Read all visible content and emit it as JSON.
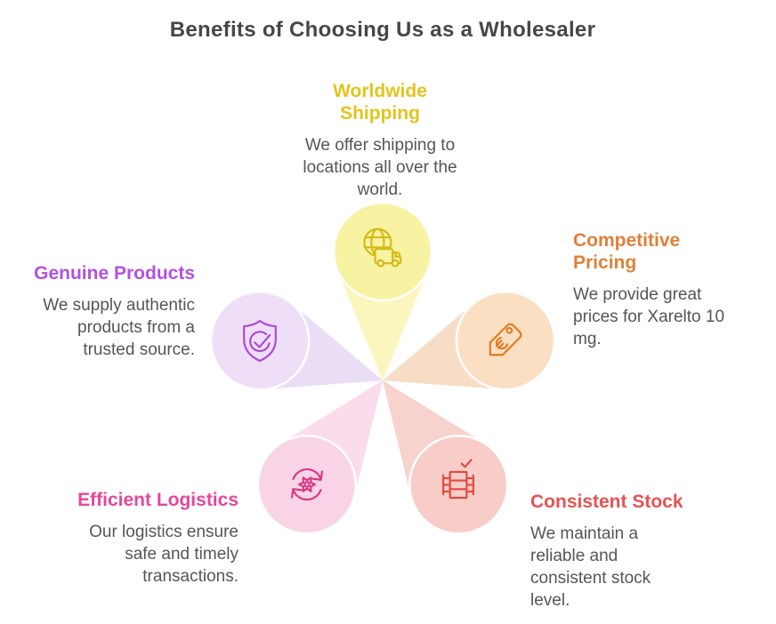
{
  "title": "Benefits of Choosing Us as a Wholesaler",
  "title_color": "#474747",
  "body_text_color": "#55555a",
  "background_color": "#ffffff",
  "benefits": [
    {
      "id": "worldwide-shipping",
      "label": "Worldwide\nShipping",
      "description": "We offer shipping to\nlocations all over the\nworld.",
      "heading_color": "#e2c41d",
      "circle_color": "#f8f2a3",
      "cone_color": "#fbf6bd",
      "icon_color": "#d5ba16",
      "icon": "globe-truck-icon"
    },
    {
      "id": "competitive-pricing",
      "label": "Competitive\nPricing",
      "description": "We provide great\nprices for Xarelto 10\nmg.",
      "heading_color": "#e08038",
      "circle_color": "#fadfc2",
      "cone_color": "#f8ddc6",
      "icon_color": "#df7d22",
      "icon": "price-tag-icon"
    },
    {
      "id": "genuine-products",
      "label": "Genuine Products",
      "description": "We supply authentic\nproducts from a\ntrusted source.",
      "heading_color": "#b351e2",
      "circle_color": "#efdef8",
      "cone_color": "#e9def6",
      "icon_color": "#a94ad6",
      "icon": "shield-check-icon"
    },
    {
      "id": "efficient-logistics",
      "label": "Efficient Logistics",
      "description": "Our logistics ensure\nsafe and timely\ntransactions.",
      "heading_color": "#e4489b",
      "circle_color": "#f9d4e6",
      "cone_color": "#fadcec",
      "icon_color": "#d93884",
      "icon": "cycle-gear-icon"
    },
    {
      "id": "consistent-stock",
      "label": "Consistent Stock",
      "description": "We maintain a\nreliable and\nconsistent stock\nlevel.",
      "heading_color": "#e55353",
      "circle_color": "#f8cdc8",
      "cone_color": "#f8d2cd",
      "icon_color": "#e2493d",
      "icon": "stacked-boxes-icon"
    }
  ]
}
